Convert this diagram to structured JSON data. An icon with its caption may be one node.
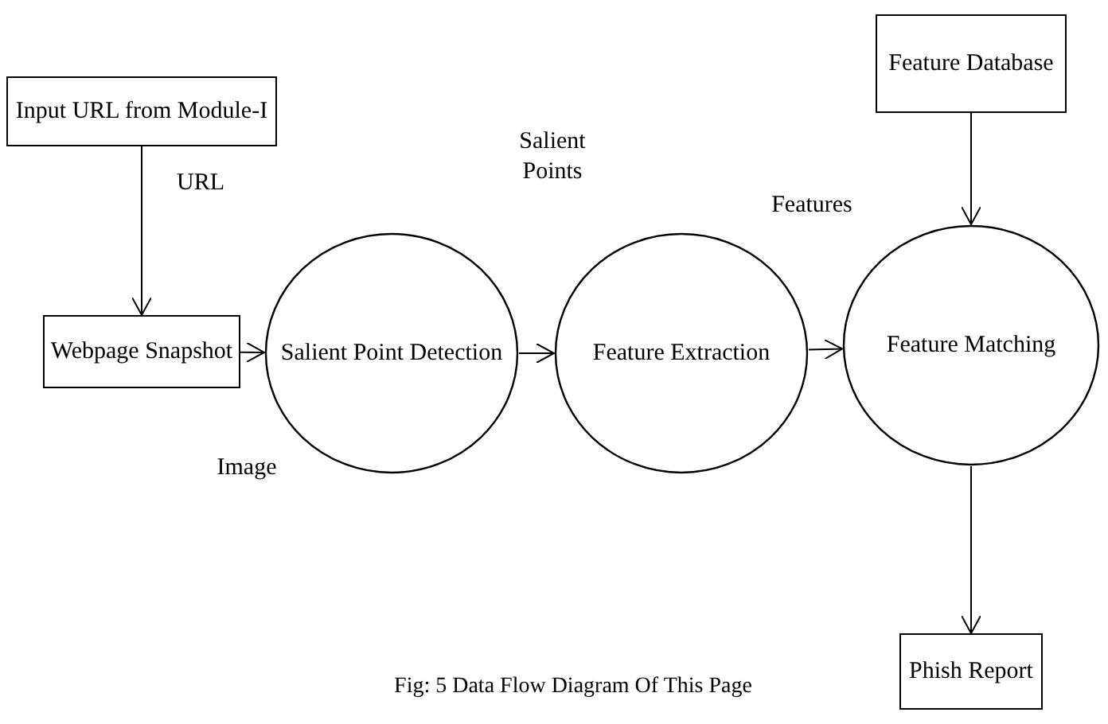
{
  "diagram": {
    "caption": "Fig: 5 Data Flow Diagram Of This Page",
    "nodes": [
      {
        "text": [
          "Input URL from Module-I"
        ]
      },
      {
        "text": [
          "Webpage Snapshot"
        ]
      },
      {
        "text": [
          "Salient Point Detection"
        ]
      },
      {
        "text": [
          "Feature Extraction"
        ]
      },
      {
        "text": [
          "Feature Database"
        ]
      },
      {
        "text": [
          "Feature Matching"
        ]
      },
      {
        "text": [
          "Phish Report"
        ]
      }
    ],
    "edges": [
      {
        "from": 0,
        "to": 1,
        "arrow": "to",
        "label": "URL"
      },
      {
        "from": 1,
        "to": 2,
        "arrow": "to",
        "label": "Image"
      },
      {
        "from": 2,
        "to": 3,
        "arrow": "to"
      },
      {
        "from": 3,
        "to": 5,
        "arrow": "to"
      },
      {
        "from": 4,
        "to": 5,
        "arrow": "to"
      },
      {
        "from": 5,
        "to": 6,
        "arrow": "to"
      }
    ],
    "labels": [
      "Salient Points",
      "Features"
    ]
  }
}
